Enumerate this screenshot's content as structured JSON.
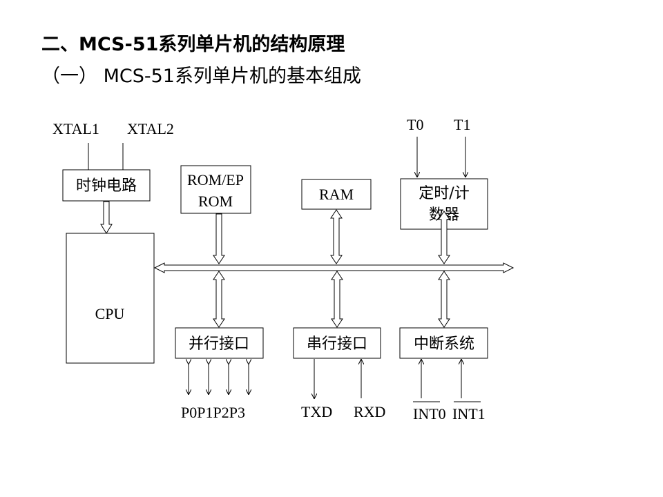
{
  "title": {
    "line1": "二、MCS-51系列单片机的结构原理",
    "line2": "（一） MCS-51系列单片机的基本组成"
  },
  "diagram": {
    "inputs_top": {
      "xtal1": "XTAL1",
      "xtal2": "XTAL2",
      "t0": "T0",
      "t1": "T1"
    },
    "blocks": {
      "clock": "时钟电路",
      "cpu": "CPU",
      "rom_line1": "ROM/EP",
      "rom_line2": "ROM",
      "ram": "RAM",
      "timer_line1": "定时/计",
      "timer_line2": "数器",
      "parallel": "并行接口",
      "serial": "串行接口",
      "interrupt": "中断系统"
    },
    "pins_bottom": {
      "ports": "P0P1P2P3",
      "txd": "TXD",
      "rxd": "RXD",
      "int0": "INT0",
      "int1": "INT1"
    }
  }
}
